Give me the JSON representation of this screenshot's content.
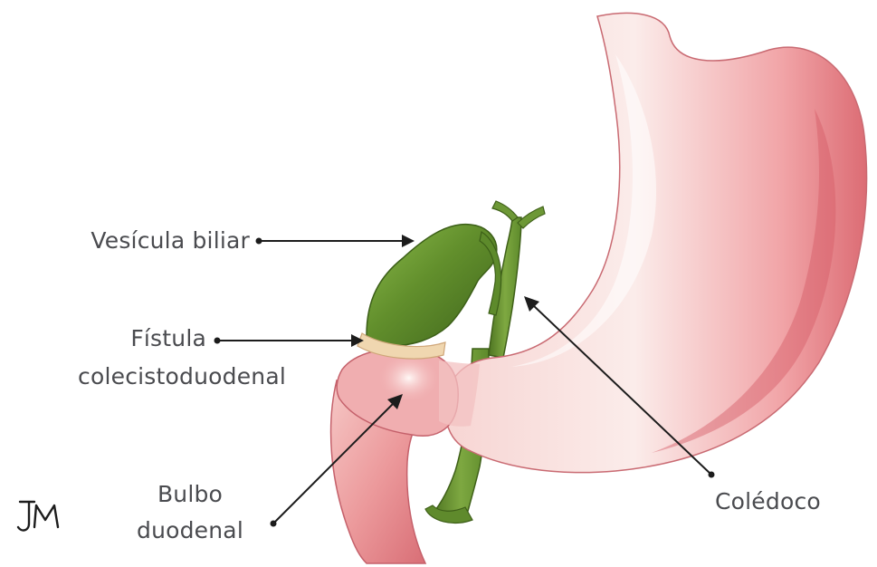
{
  "labels": {
    "vesicula": "Vesícula biliar",
    "fistula_line1": "Fístula",
    "fistula_line2": "colecistoduodenal",
    "bulbo_line1": "Bulbo",
    "bulbo_line2": "duodenal",
    "coledoco": "Colédoco"
  },
  "signature": "JM",
  "colors": {
    "stomach": "#ec8d8f",
    "stomach_light": "#f8d8d6",
    "stomach_dark": "#d85e68",
    "gallbladder": "#66922f",
    "gallbladder_dark": "#476a20",
    "bile_duct": "#6e9a34",
    "fistula": "#f0d7b0",
    "text": "#4a4b4f",
    "leader": "#1c1c1c"
  }
}
